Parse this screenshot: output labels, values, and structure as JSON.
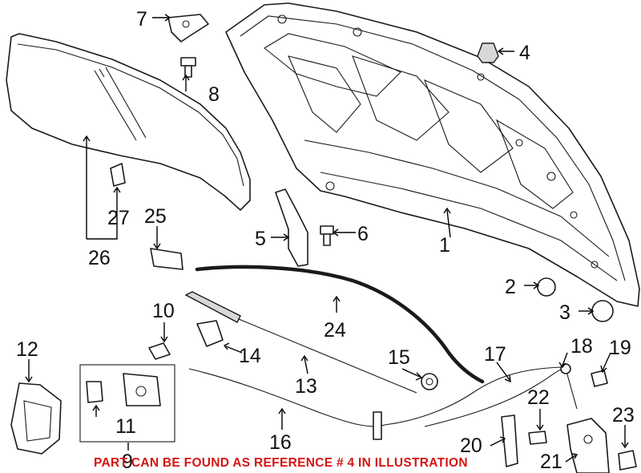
{
  "callouts": [
    {
      "id": "1",
      "text": "1"
    },
    {
      "id": "2",
      "text": "2"
    },
    {
      "id": "3",
      "text": "3"
    },
    {
      "id": "4",
      "text": "4"
    },
    {
      "id": "5",
      "text": "5"
    },
    {
      "id": "6",
      "text": "6"
    },
    {
      "id": "7",
      "text": "7"
    },
    {
      "id": "8",
      "text": "8"
    },
    {
      "id": "9",
      "text": "9"
    },
    {
      "id": "10",
      "text": "10"
    },
    {
      "id": "11",
      "text": "11"
    },
    {
      "id": "12",
      "text": "12"
    },
    {
      "id": "13",
      "text": "13"
    },
    {
      "id": "14",
      "text": "14"
    },
    {
      "id": "15",
      "text": "15"
    },
    {
      "id": "16",
      "text": "16"
    },
    {
      "id": "17",
      "text": "17"
    },
    {
      "id": "18",
      "text": "18"
    },
    {
      "id": "19",
      "text": "19"
    },
    {
      "id": "20",
      "text": "20"
    },
    {
      "id": "21",
      "text": "21"
    },
    {
      "id": "22",
      "text": "22"
    },
    {
      "id": "23",
      "text": "23"
    },
    {
      "id": "24",
      "text": "24"
    },
    {
      "id": "25",
      "text": "25"
    },
    {
      "id": "26",
      "text": "26"
    },
    {
      "id": "27",
      "text": "27"
    }
  ],
  "note": {
    "text": "PART CAN BE FOUND AS REFERENCE # 4 IN ILLUSTRATION",
    "color": "#d61414"
  }
}
